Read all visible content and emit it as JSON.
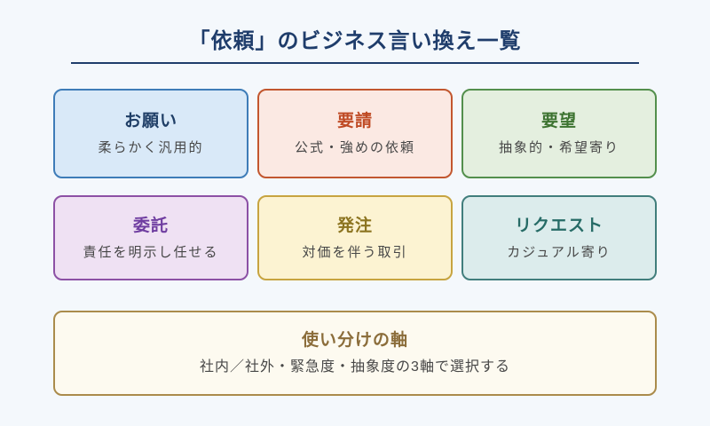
{
  "header": {
    "title": "「依頼」のビジネス言い換え一覧",
    "title_color": "#1f3d6b",
    "divider_color": "#1f3d6b"
  },
  "cards": [
    {
      "title": "お願い",
      "desc": "柔らかく汎用的",
      "bg": "#d9e9f8",
      "border": "#3e7cb8",
      "title_color": "#1f3e66"
    },
    {
      "title": "要請",
      "desc": "公式・強めの依頼",
      "bg": "#fbe9e3",
      "border": "#c2572f",
      "title_color": "#bf4a24"
    },
    {
      "title": "要望",
      "desc": "抽象的・希望寄り",
      "bg": "#e4efdf",
      "border": "#538f4c",
      "title_color": "#3c7330"
    },
    {
      "title": "委託",
      "desc": "責任を明示し任せる",
      "bg": "#efe1f3",
      "border": "#8c51a5",
      "title_color": "#6f3da0"
    },
    {
      "title": "発注",
      "desc": "対価を伴う取引",
      "bg": "#fcf3d2",
      "border": "#c7a440",
      "title_color": "#8c7420"
    },
    {
      "title": "リクエスト",
      "desc": "カジュアル寄り",
      "bg": "#dcecec",
      "border": "#417e7c",
      "title_color": "#266b66"
    }
  ],
  "footer_card": {
    "title": "使い分けの軸",
    "desc": "社内／社外・緊急度・抽象度の3軸で選択する",
    "bg": "#fdfaf0",
    "border": "#aa8b4b",
    "title_color": "#8b6d3a"
  },
  "text_color": "#474747",
  "page_bg": "#f4f8fc"
}
